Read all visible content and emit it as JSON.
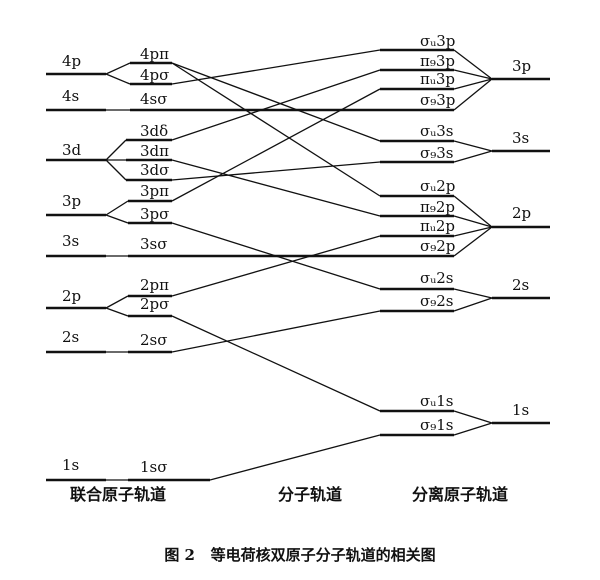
{
  "united_atom": [
    {
      "id": "ua-4p",
      "label": "4p"
    },
    {
      "id": "ua-4s",
      "label": "4s"
    },
    {
      "id": "ua-3d",
      "label": "3d"
    },
    {
      "id": "ua-3p",
      "label": "3p"
    },
    {
      "id": "ua-3s",
      "label": "3s"
    },
    {
      "id": "ua-2p",
      "label": "2p"
    },
    {
      "id": "ua-2s",
      "label": "2s"
    },
    {
      "id": "ua-1s",
      "label": "1s"
    }
  ],
  "united_atom_orbitals": [
    {
      "id": "u-4ppi",
      "label": "4pπ"
    },
    {
      "id": "u-4psig",
      "label": "4pσ"
    },
    {
      "id": "u-4ssig",
      "label": "4sσ"
    },
    {
      "id": "u-3ddel",
      "label": "3dδ"
    },
    {
      "id": "u-3dpi",
      "label": "3dπ"
    },
    {
      "id": "u-3dsig",
      "label": "3dσ"
    },
    {
      "id": "u-3ppi",
      "label": "3pπ"
    },
    {
      "id": "u-3psig",
      "label": "3pσ"
    },
    {
      "id": "u-3ssig",
      "label": "3sσ"
    },
    {
      "id": "u-2ppi",
      "label": "2pπ"
    },
    {
      "id": "u-2psig",
      "label": "2pσ"
    },
    {
      "id": "u-2ssig",
      "label": "2sσ"
    },
    {
      "id": "u-1ssig",
      "label": "1sσ"
    }
  ],
  "separated_orbitals": [
    {
      "id": "s-su3p",
      "label": "σᵤ3p"
    },
    {
      "id": "s-pg3p",
      "label": "π₉3p"
    },
    {
      "id": "s-pu3p",
      "label": "πᵤ3p"
    },
    {
      "id": "s-sg3p",
      "label": "σ₉3p"
    },
    {
      "id": "s-su3s",
      "label": "σᵤ3s"
    },
    {
      "id": "s-sg3s",
      "label": "σ₉3s"
    },
    {
      "id": "s-su2p",
      "label": "σᵤ2p"
    },
    {
      "id": "s-pg2p",
      "label": "π₉2p"
    },
    {
      "id": "s-pu2p",
      "label": "πᵤ2p"
    },
    {
      "id": "s-sg2p",
      "label": "σ₉2p"
    },
    {
      "id": "s-su2s",
      "label": "σᵤ2s"
    },
    {
      "id": "s-sg2s",
      "label": "σ₉2s"
    },
    {
      "id": "s-su1s",
      "label": "σᵤ1s"
    },
    {
      "id": "s-sg1s",
      "label": "σ₉1s"
    }
  ],
  "separated_atom": [
    {
      "id": "sa-3p",
      "label": "3p"
    },
    {
      "id": "sa-3s",
      "label": "3s"
    },
    {
      "id": "sa-2p",
      "label": "2p"
    },
    {
      "id": "sa-2s",
      "label": "2s"
    },
    {
      "id": "sa-1s",
      "label": "1s"
    }
  ],
  "correlations": [
    [
      "u-1ssig",
      "s-sg1s"
    ],
    [
      "u-2ssig",
      "s-sg2s"
    ],
    [
      "u-2psig",
      "s-su1s"
    ],
    [
      "u-2ppi",
      "s-pu2p"
    ],
    [
      "u-3ssig",
      "s-sg2p"
    ],
    [
      "u-3psig",
      "s-su2s"
    ],
    [
      "u-3ppi",
      "s-pu3p"
    ],
    [
      "u-3dsig",
      "s-sg3s"
    ],
    [
      "u-3dpi",
      "s-pg2p"
    ],
    [
      "u-3ddel",
      "s-pg3p"
    ],
    [
      "u-4ssig",
      "s-sg3p"
    ],
    [
      "u-4psig",
      "s-su3p"
    ],
    [
      "u-4ppi",
      "s-su2p"
    ],
    [
      "u-4ppi",
      "s-su3s"
    ]
  ],
  "footer": {
    "left": "联合原子轨道",
    "middle": "分子轨道",
    "right": "分离原子轨道"
  },
  "caption": "图 2   等电荷核双原子分子轨道的相关图"
}
